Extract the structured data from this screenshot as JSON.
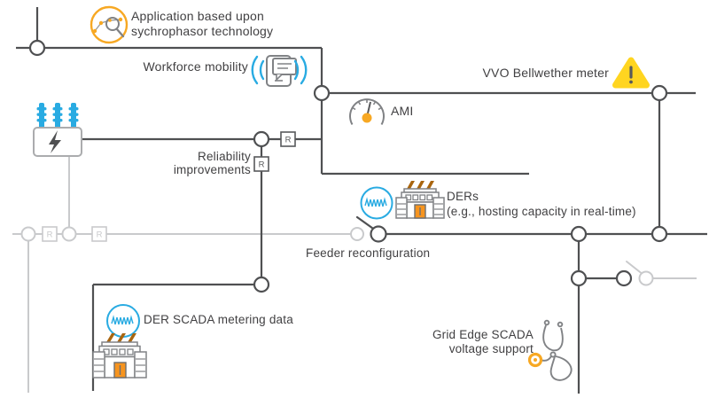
{
  "recloser_label": "R",
  "labels": {
    "application": {
      "line1": "Application based upon",
      "line2": "sychrophasor technology"
    },
    "workforce_mobility": "Workforce mobility",
    "vvo_bellwether": "VVO Bellwether meter",
    "ami": "AMI",
    "reliability": {
      "line1": "Reliability",
      "line2": "improvements"
    },
    "ders": {
      "line1": "DERs",
      "line2": "(e.g., hosting capacity in real-time)"
    },
    "feeder_reconfiguration": "Feeder reconfiguration",
    "der_scada": "DER SCADA metering data",
    "grid_edge": {
      "line1": "Grid Edge SCADA",
      "line2": "voltage support"
    }
  },
  "icons": {
    "application": "synchrophasor-magnifier-icon",
    "workforce_mobility": "mobile-device-signal-icon",
    "substation": "transformer-icon",
    "ami": "gauge-meter-icon",
    "vvo_bellwether": "warning-triangle-icon",
    "ders": [
      "coil-circle-icon",
      "factory-icon"
    ],
    "der_scada": [
      "coil-circle-icon",
      "factory-icon"
    ],
    "grid_edge": "stethoscope-icon"
  },
  "colors": {
    "dark_line": "#4F5052",
    "gray_line": "#C9CACC",
    "text": "#414042",
    "blue": "#29ABE2",
    "orange": "#F7A823",
    "door_orange": "#F7941E",
    "solar_brown": "#A9650F",
    "warning_yellow": "#FFD520",
    "icon_gray": "#808285"
  }
}
